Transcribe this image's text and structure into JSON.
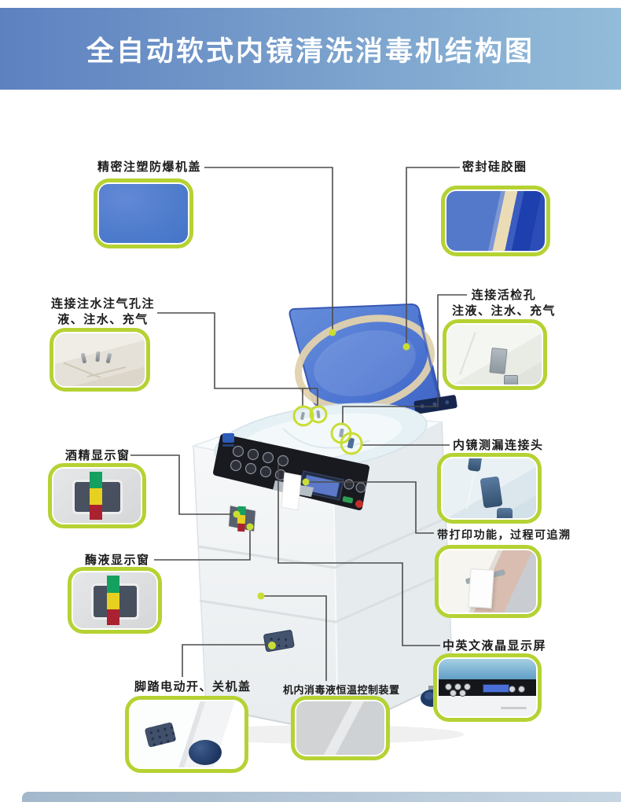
{
  "header": {
    "title": "全自动软式内镜清洗消毒机结构图"
  },
  "callouts": [
    {
      "id": "machine-cover",
      "label": "精密注塑防爆机盖",
      "lines": [
        "精密注塑防爆机盖"
      ]
    },
    {
      "id": "seal-ring",
      "label": "密封硅胶圈",
      "lines": [
        "密封硅胶圈"
      ]
    },
    {
      "id": "water-air-ports",
      "label": "连接注水注气孔注液、注水、充气",
      "lines": [
        "连接注水注气孔注",
        "液、注水、充气"
      ]
    },
    {
      "id": "biopsy-port",
      "label": "连接活检孔注液、注水、充气",
      "lines": [
        "连接活检孔",
        "注液、注水、充气"
      ]
    },
    {
      "id": "alcohol-window",
      "label": "酒精显示窗",
      "lines": [
        "酒精显示窗"
      ]
    },
    {
      "id": "leak-connector",
      "label": "内镜测漏连接头",
      "lines": [
        "内镜测漏连接头"
      ]
    },
    {
      "id": "enzyme-window",
      "label": "酶液显示窗",
      "lines": [
        "酶液显示窗"
      ]
    },
    {
      "id": "printer",
      "label": "带打印功能，过程可追溯",
      "lines": [
        "带打印功能，过程可追溯"
      ]
    },
    {
      "id": "lcd-display",
      "label": "中英文液晶显示屏",
      "lines": [
        "中英文液晶显示屏"
      ]
    },
    {
      "id": "foot-pedal",
      "label": "脚踏电动开、关机盖",
      "lines": [
        "脚踏电动开、关机盖"
      ]
    },
    {
      "id": "temp-control",
      "label": "机内消毒液恒温控制装置",
      "lines": [
        "机内消毒液恒温控制装置"
      ]
    }
  ],
  "colors": {
    "header_gradient_left": "#5d81c0",
    "header_gradient_right": "#93bcd9",
    "title_text": "#ffffff",
    "callout_line": "#4d4d4d",
    "callout_accent": "#c9dd33",
    "thumb_border": "#b5d233",
    "lid_blue": "#3f6ace",
    "gasket_cream": "#e2d2ae",
    "indicator_green": "#14a05e",
    "indicator_yellow": "#e7d020",
    "indicator_red": "#aa2230",
    "caster_navy": "#1d3560",
    "lcd_blue": "#4a6fd8",
    "footer_bar": "#b3c3d6"
  }
}
